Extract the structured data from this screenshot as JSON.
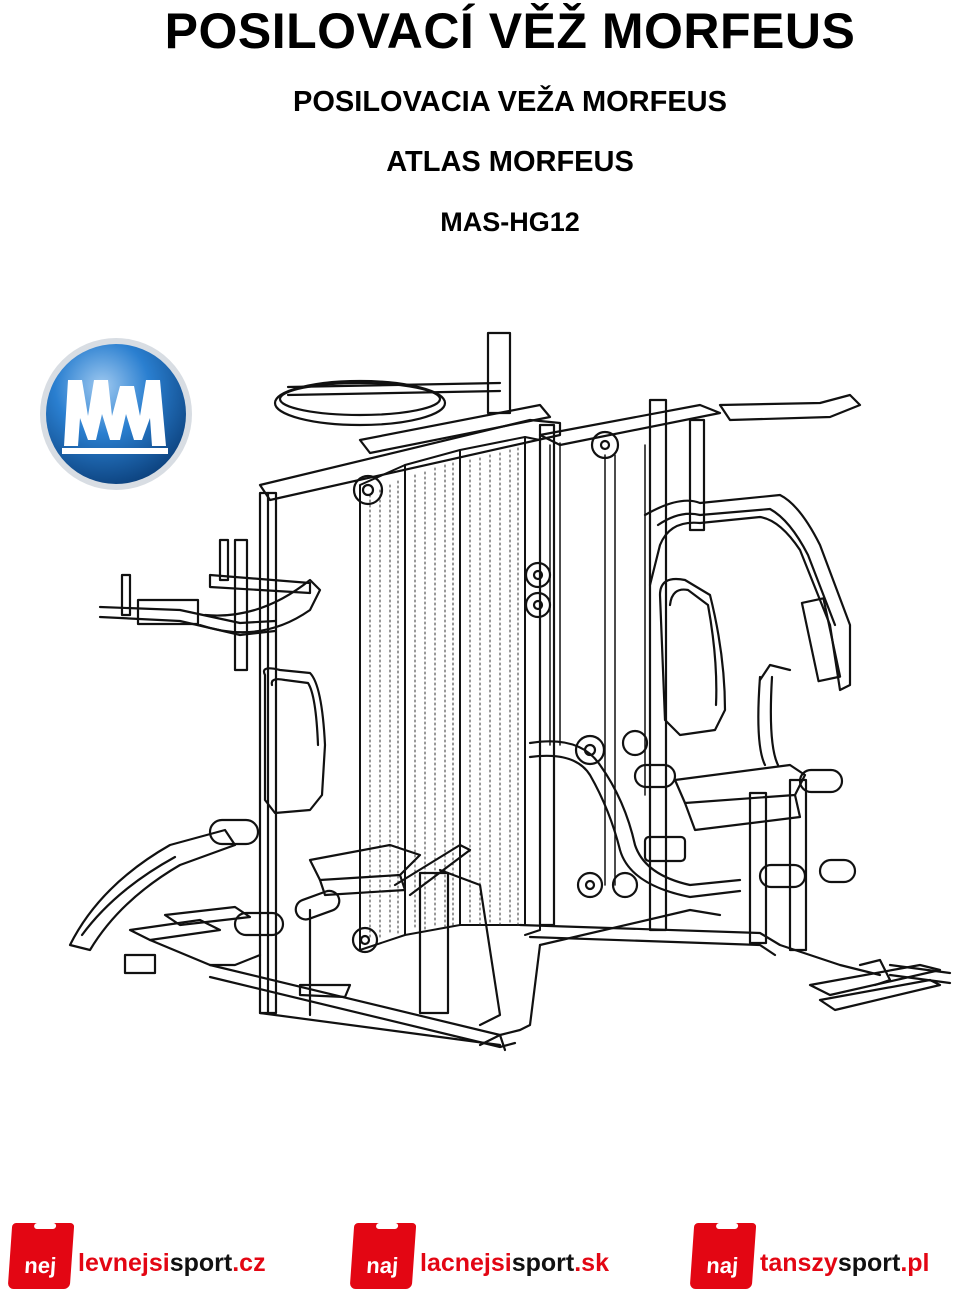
{
  "header": {
    "title_cz": "POSILOVACÍ VĚŽ MORFEUS",
    "title_sk": "POSILOVACIA VEŽA MORFEUS",
    "title_pl": "ATLAS MORFEUS",
    "model": "MAS-HG12"
  },
  "brand": {
    "icon": "mm-logo-icon",
    "accent": "#1f6fc2"
  },
  "illustration": {
    "icon": "multi-gym-line-drawing"
  },
  "footer": {
    "logos": [
      {
        "tag": "nej",
        "part1": "levnejsi",
        "part2": "sport",
        "tld": ".cz"
      },
      {
        "tag": "naj",
        "part1": "lacnejsi",
        "part2": "sport",
        "tld": ".sk"
      },
      {
        "tag": "naj",
        "part1": "tanszy",
        "part2": "sport",
        "tld": ".pl"
      }
    ],
    "colors": {
      "red": "#e30613",
      "black": "#111111"
    }
  }
}
